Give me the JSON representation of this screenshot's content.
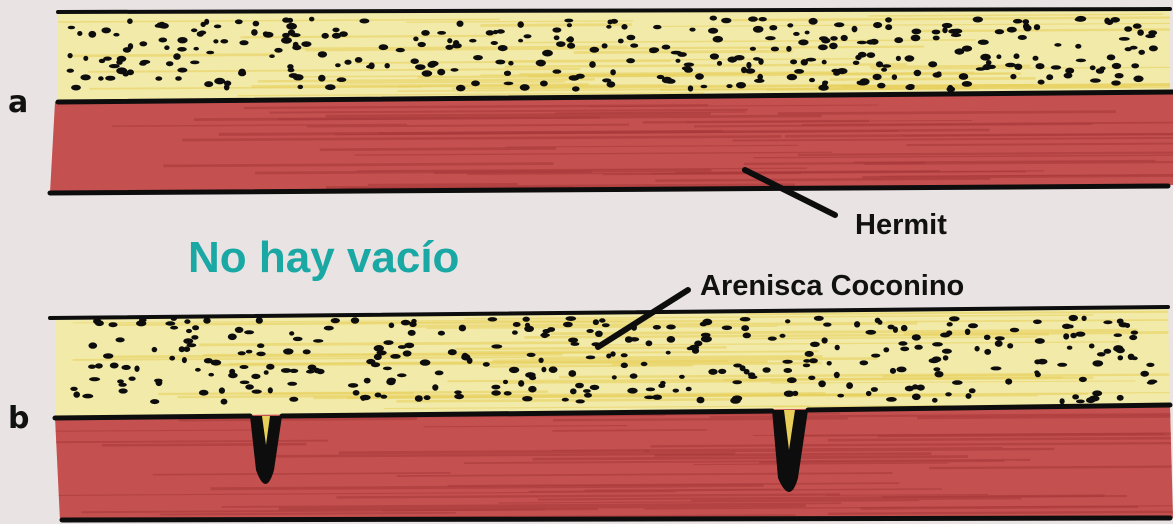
{
  "panels": [
    {
      "letter": "a"
    },
    {
      "letter": "b"
    }
  ],
  "heading": {
    "text": "No hay vacío",
    "color": "#1aa8a4"
  },
  "labels": {
    "hermit": "Hermit",
    "coconino": "Arenisca Coconino"
  },
  "colors": {
    "sandstone": "#f1eaa8",
    "sandstone_streak": "#e8cf5a",
    "shale": "#c4514f",
    "shale_streak": "#a8393b",
    "outline": "#0d0d0d",
    "background": "#e9e4e3"
  }
}
